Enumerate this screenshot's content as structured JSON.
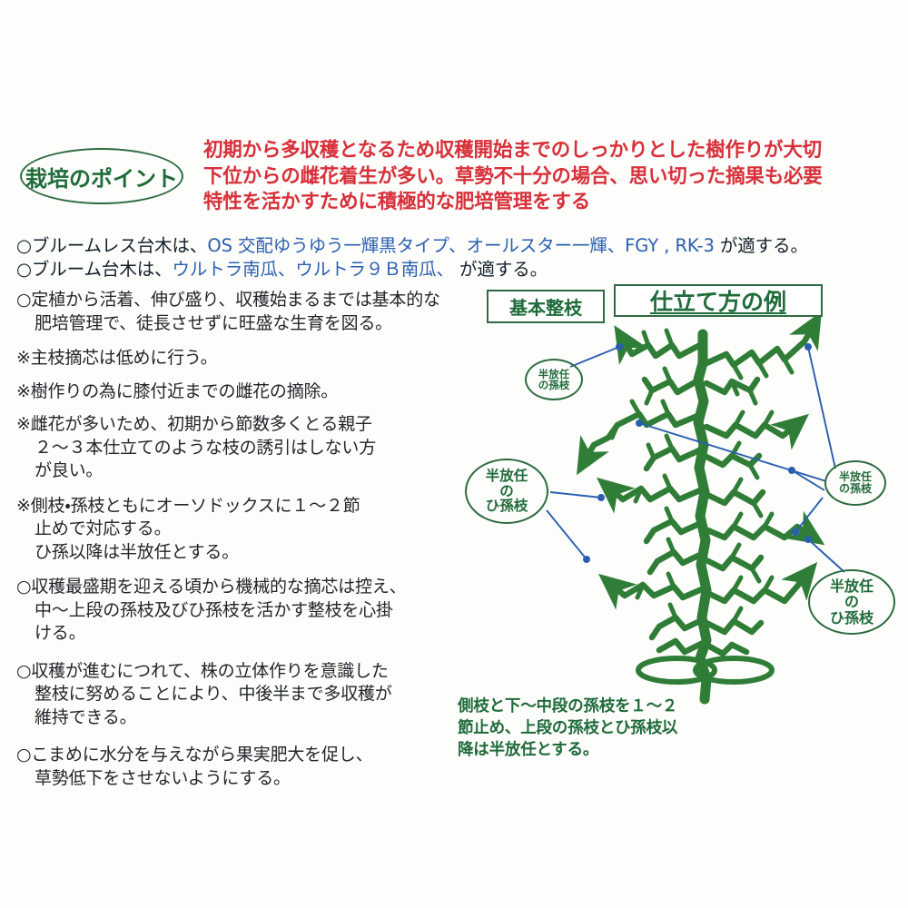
{
  "colors": {
    "red": "#d8303a",
    "blue": "#2a5fb0",
    "green": "#2f7d36",
    "dark_green": "#1f6b3a",
    "text": "#22262b",
    "background": "#fdfdfb"
  },
  "badge": {
    "label": "栽培のポイント"
  },
  "header_red": {
    "lines": [
      "初期から多収穫となるため収穫開始までのしっかりとした樹作りが大切",
      "下位からの雌花着生が多い。草勢不十分の場合、思い切った摘果も必要",
      "特性を活かすために積極的な肥培管理をする"
    ]
  },
  "variety_lines": [
    {
      "prefix": "○ブルームレス台木は、",
      "highlight": "OS 交配ゆうゆう一輝黒タイプ、オールスター一輝、FGY , RK-3",
      "suffix": " が適する。"
    },
    {
      "prefix": "○ブルーム台木は、",
      "highlight": "ウルトラ南瓜、ウルトラ９Ｂ南瓜、",
      "suffix": " が適する。"
    }
  ],
  "body_paragraphs": [
    {
      "lines": [
        "○定植から活着、伸び盛り、収穫始まるまでは基本的な",
        "肥培管理で、徒長させずに旺盛な生育を図る。"
      ],
      "indent_from": 1
    },
    {
      "lines": [
        "※主枝摘芯は低めに行う。"
      ],
      "indent_from": 99
    },
    {
      "lines": [
        "※樹作りの為に膝付近までの雌花の摘除。"
      ],
      "indent_from": 99
    },
    {
      "lines": [
        "※雌花が多いため、初期から節数多くとる親子",
        "２～３本仕立てのような枝の誘引はしない方",
        "が良い。"
      ],
      "indent_from": 1
    },
    {
      "lines": [
        "※側枝・孫枝ともにオーソドックスに１～２節",
        "止めで対応する。",
        "ひ孫以降は半放任とする。"
      ],
      "indent_from": 1
    },
    {
      "lines": [
        "○収穫最盛期を迎える頃から機械的な摘芯は控え、",
        "中～上段の孫枝及びひ孫枝を活かす整枝を心掛",
        "ける。"
      ],
      "indent_from": 1
    },
    {
      "lines": [
        "○収穫が進むにつれて、株の立体作りを意識した",
        "整枝に努めることにより、中後半まで多収穫が",
        "維持できる。"
      ],
      "indent_from": 1
    },
    {
      "lines": [
        "○こまめに水分を与えながら果実肥大を促し、",
        "草勢低下をさせないようにする。"
      ],
      "indent_from": 1
    }
  ],
  "diagram": {
    "box_basic_pruning": "基本整枝",
    "box_training_example": "仕立て方の例",
    "callouts": [
      {
        "id": "top-left",
        "lines": [
          "半放任",
          "の孫枝"
        ]
      },
      {
        "id": "bottom-left",
        "lines": [
          "半放任",
          "の",
          "ひ孫枝"
        ]
      },
      {
        "id": "top-right",
        "lines": [
          "半放任",
          "の孫枝"
        ]
      },
      {
        "id": "bottom-right",
        "lines": [
          "半放任",
          "の",
          "ひ孫枝"
        ]
      }
    ],
    "caption_lines": [
      "側枝と下～中段の孫枝を１～２",
      "節止め、上段の孫枝とひ孫枝以",
      "降は半放任とする。"
    ]
  }
}
